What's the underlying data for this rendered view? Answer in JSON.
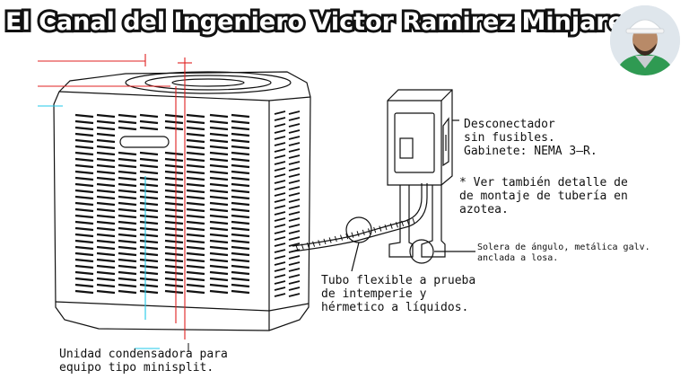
{
  "banner": {
    "title": "El Canal del Ingeniero Victor Ramirez Minjares"
  },
  "labels": {
    "disconnect": [
      "Desconectador",
      "sin fusibles.",
      "Gabinete:  NEMA 3–R."
    ],
    "note": [
      "*  Ver también detalle de",
      "de  montaje de tubería en",
      "azotea."
    ],
    "bracket": [
      "Solera de ángulo, metálica galv.",
      "anclada a losa."
    ],
    "conduit": [
      "Tubo flexible  a prueba",
      "de  intemperie  y",
      "hérmetico  a  líquidos."
    ],
    "unit": [
      "Unidad  condensadora  para",
      "equipo tipo minisplit."
    ]
  },
  "colors": {
    "line": "#111111",
    "red_marks": "#e02020",
    "cyan_marks": "#20c8e8",
    "banner_stroke": "#111111"
  },
  "icons": {
    "avatar": "engineer-avatar-icon"
  }
}
